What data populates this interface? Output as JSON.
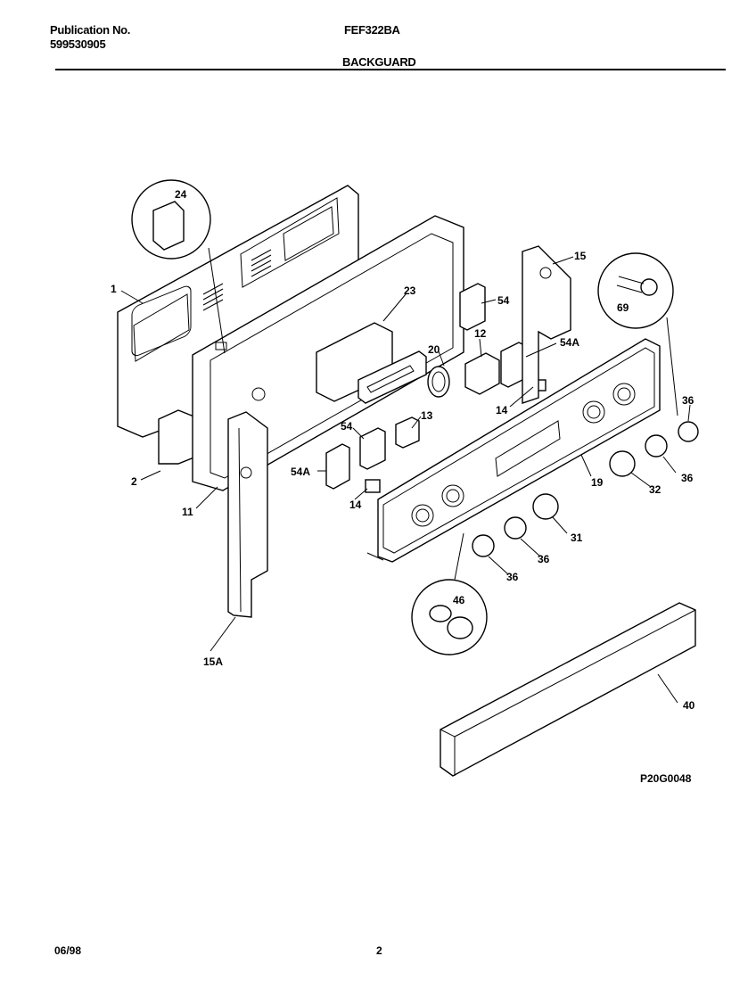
{
  "header": {
    "publication_label": "Publication No.",
    "publication_number": "599530905",
    "model": "FEF322BA",
    "section": "BACKGUARD"
  },
  "callouts": {
    "c1": "1",
    "c2": "2",
    "c11": "11",
    "c12": "12",
    "c13": "13",
    "c14a": "14",
    "c14b": "14",
    "c15": "15",
    "c15a": "15A",
    "c19": "19",
    "c20": "20",
    "c23": "23",
    "c24": "24",
    "c31": "31",
    "c32": "32",
    "c36a": "36",
    "c36b": "36",
    "c36c": "36",
    "c36d": "36",
    "c40": "40",
    "c46": "46",
    "c54a": "54",
    "c54b": "54",
    "c54Aa": "54A",
    "c54Ab": "54A",
    "c69": "69"
  },
  "figure_code": "P20G0048",
  "footer": {
    "date": "06/98",
    "page": "2"
  }
}
